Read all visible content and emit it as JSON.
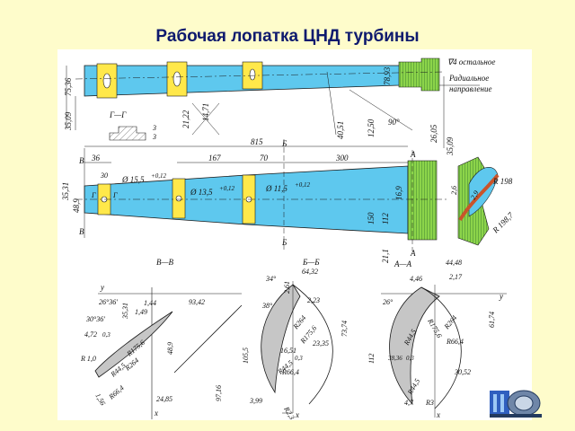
{
  "title": "Рабочая лопатка ЦНД турбины",
  "colors": {
    "background": "#fefccb",
    "title": "#0e1a6e",
    "blade": "#5ec8ee",
    "shroud": "#ffe84a",
    "root": "#8cd44a",
    "section": "#c6c6c6",
    "line": "#1a1a1a"
  },
  "notes": {
    "roughness": "∇4 остальное",
    "radial_1": "Радиальное",
    "radial_2": "направление"
  },
  "top": {
    "d1": "75,36",
    "d2": "35,09",
    "d3": "21,22",
    "d4": "14,71",
    "d5": "40,51",
    "d6": "12,50",
    "d7": "78,93",
    "d8": "26,05",
    "d9": "35,09",
    "angle": "90°",
    "section_gg": "Г—Г",
    "s3a": "3",
    "s3b": "3"
  },
  "mid": {
    "d815": "815",
    "d36": "36",
    "d167": "167",
    "d70": "70",
    "d300": "300",
    "d30": "30",
    "d3531": "35,31",
    "d489": "48,9",
    "d169": "16,9",
    "d150": "150",
    "d112": "112",
    "d211": "21,1",
    "hole1": "Ø 15,5",
    "tol1": "+0,12",
    "hole2": "Ø 13,5",
    "tol2": "+0,12",
    "hole3": "Ø 11,5",
    "tol3": "+0,12",
    "B": "В",
    "Bb": "Б",
    "A": "А",
    "G": "Г"
  },
  "side": {
    "r198": "R 198",
    "r1987": "R 198,7",
    "s26": "2,6",
    "s29": "2,9"
  },
  "secBB": {
    "label": "В—В",
    "y": "y",
    "x": "x",
    "a1": "26°36'",
    "a2": "30°36'",
    "d3531": "35,31",
    "d144": "1,44",
    "d149": "1,49",
    "d9342": "93,42",
    "d472": "4,72",
    "d03": "0,3",
    "r1756": "R175,6",
    "r264": "R264",
    "r445": "R44,5",
    "r664": "R66,4",
    "r10": "R 1,0",
    "d156": "1,56",
    "d489": "48,9",
    "d9716": "97,16",
    "d2485": "24,85"
  },
  "secBbBb": {
    "label": "Б—Б",
    "a34": "34°",
    "d261": "2,61",
    "d6432": "64,32",
    "a38": "38°",
    "d223": "2,23",
    "r264": "R264",
    "r1756": "R175,6",
    "d1651": "16,51",
    "d03": "0,3",
    "d2335": "23,35",
    "r445": "R44,5",
    "r664": "R66,4",
    "d1055": "105,5",
    "d7374": "73,74",
    "d399": "3,99",
    "r23": "R2,3",
    "x": "x"
  },
  "secAA": {
    "label": "А—А",
    "d4448": "44,48",
    "d446": "4,46",
    "d217": "2,17",
    "a26": "26°",
    "y": "y",
    "r1756": "R175,6",
    "r264": "R264",
    "r445": "R44,5",
    "r664": "R66,4",
    "d6174": "61,74",
    "d112": "112",
    "d3836": "38,36",
    "d03": "0,3",
    "d3052": "30,52",
    "r445b": "R44,5",
    "d47": "4,7",
    "r3": "R3",
    "x": "x"
  }
}
